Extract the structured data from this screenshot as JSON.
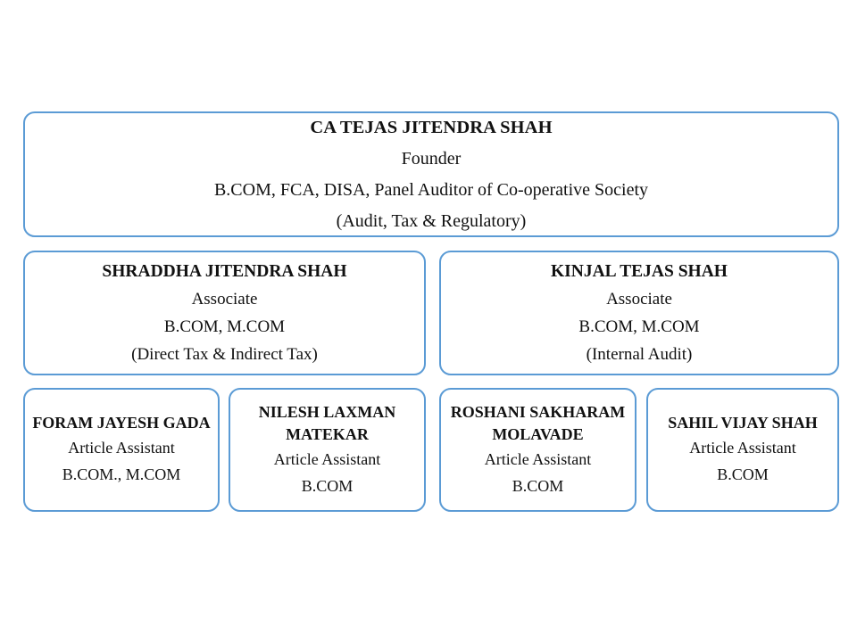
{
  "theme": {
    "border_color": "#5B9BD5",
    "background_color": "#FFFFFF",
    "text_color": "#111111"
  },
  "org_chart": {
    "founder": {
      "name": "CA TEJAS JITENDRA SHAH",
      "title": "Founder",
      "qualification": "B.COM, FCA, DISA, Panel Auditor of Co-operative Society",
      "specialization": "(Audit, Tax & Regulatory)"
    },
    "associates": [
      {
        "name": "SHRADDHA JITENDRA SHAH",
        "title": "Associate",
        "qualification": "B.COM,  M.COM",
        "specialization": "(Direct Tax & Indirect Tax)"
      },
      {
        "name": "KINJAL TEJAS SHAH",
        "title": "Associate",
        "qualification": "B.COM,  M.COM",
        "specialization": "(Internal Audit)"
      }
    ],
    "assistants": [
      {
        "name": "FORAM JAYESH GADA",
        "title": "Article Assistant",
        "qualification": "B.COM., M.COM"
      },
      {
        "name": "NILESH LAXMAN MATEKAR",
        "title": "Article Assistant",
        "qualification": "B.COM"
      },
      {
        "name": "ROSHANI SAKHARAM MOLAVADE",
        "title": "Article Assistant",
        "qualification": "B.COM"
      },
      {
        "name": "SAHIL VIJAY SHAH",
        "title": "Article Assistant",
        "qualification": "B.COM"
      }
    ]
  }
}
